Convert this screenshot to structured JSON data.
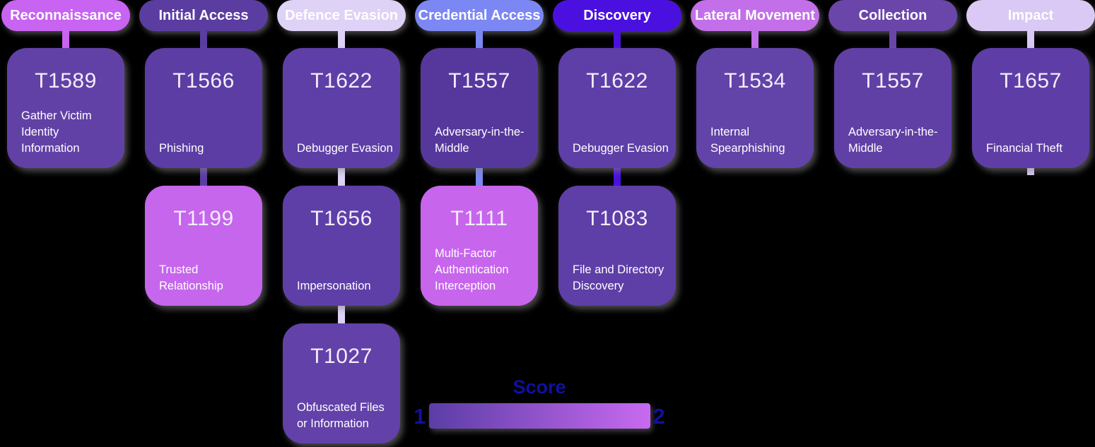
{
  "legend": {
    "title": "Score",
    "min_label": "1",
    "max_label": "2",
    "label_color": "#10109e",
    "gradient_start": "#5b3da6",
    "gradient_end": "#c86af0"
  },
  "columns": [
    {
      "name": "Reconnaissance",
      "pill_color": "#c863f2",
      "connector_color": "#c863f2",
      "trailing_connector": false,
      "techniques": [
        {
          "id": "T1589",
          "label": "Gather Victim Identity Information",
          "color": "#6241a6"
        }
      ]
    },
    {
      "name": "Initial Access",
      "pill_color": "#5b3da1",
      "connector_color": "#5b3da1",
      "trailing_connector": false,
      "techniques": [
        {
          "id": "T1566",
          "label": "Phishing",
          "color": "#5b3da4"
        },
        {
          "id": "T1199",
          "label": "Trusted Relationship",
          "color": "#c566ec"
        }
      ]
    },
    {
      "name": "Defence Evasion",
      "pill_color": "#ded2f6",
      "connector_color": "#ded2f6",
      "trailing_connector": false,
      "techniques": [
        {
          "id": "T1622",
          "label": "Debugger Evasion",
          "color": "#5e3fa7"
        },
        {
          "id": "T1656",
          "label": "Impersonation",
          "color": "#5e3fa7"
        },
        {
          "id": "T1027",
          "label": "Obfuscated Files or Information",
          "color": "#6241a8"
        }
      ]
    },
    {
      "name": "Credential Access",
      "pill_color": "#7b87f2",
      "connector_color": "#7b87f2",
      "trailing_connector": false,
      "techniques": [
        {
          "id": "T1557",
          "label": "Adversary-in-the-Middle",
          "color": "#56389d"
        },
        {
          "id": "T1111",
          "label": "Multi-Factor Authentication Interception",
          "color": "#c765ec"
        }
      ]
    },
    {
      "name": "Discovery",
      "pill_color": "#4a10e0",
      "connector_color": "#4a10e0",
      "trailing_connector": false,
      "techniques": [
        {
          "id": "T1622",
          "label": "Debugger Evasion",
          "color": "#5e3ea7"
        },
        {
          "id": "T1083",
          "label": "File and Directory Discovery",
          "color": "#5e3ea7"
        }
      ]
    },
    {
      "name": "Lateral Movement",
      "pill_color": "#c36fe9",
      "connector_color": "#c36fe9",
      "trailing_connector": false,
      "techniques": [
        {
          "id": "T1534",
          "label": "Internal Spearphishing",
          "color": "#6243a8"
        }
      ]
    },
    {
      "name": "Collection",
      "pill_color": "#6a46aa",
      "connector_color": "#6a46aa",
      "trailing_connector": false,
      "techniques": [
        {
          "id": "T1557",
          "label": "Adversary-in-the-Middle",
          "color": "#6040a5"
        }
      ]
    },
    {
      "name": "Impact",
      "pill_color": "#d9c9f4",
      "connector_color": "#d9c9f4",
      "trailing_connector": true,
      "techniques": [
        {
          "id": "T1657",
          "label": "Financial Theft",
          "color": "#5e3ea6"
        }
      ]
    }
  ]
}
